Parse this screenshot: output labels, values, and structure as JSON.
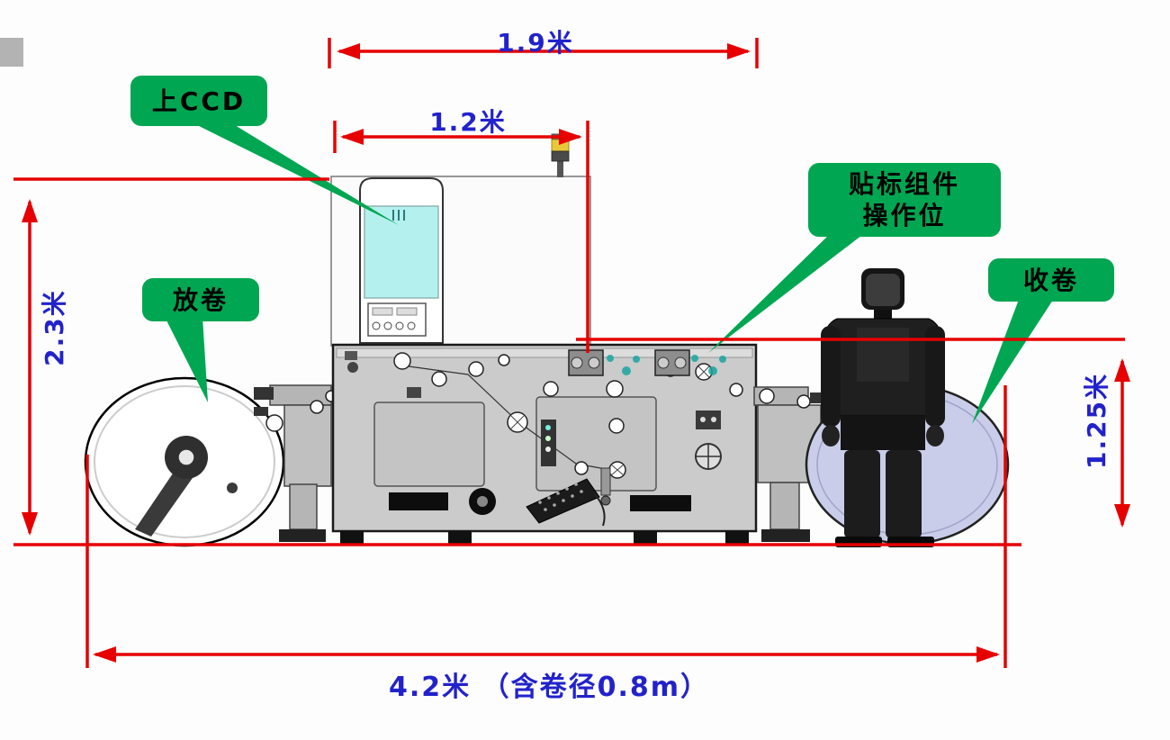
{
  "diagram": {
    "dimension_labels": {
      "top_width": "1.9米",
      "ccd_width": "1.2米",
      "machine_height": "2.3米",
      "roll_height": "1.25米",
      "total_length": "4.2米 （含卷径0.8m）"
    },
    "callouts": {
      "top_ccd": "上CCD",
      "label_station_line1": "贴标组件",
      "label_station_line2": "操作位",
      "unwind": "放卷",
      "rewind": "收卷"
    },
    "colors": {
      "dimension_red": "#e60000",
      "dimension_text_blue": "#2222cc",
      "callout_green": "#00a651",
      "machine_gray": "#cbcbcb",
      "screen_cyan": "#b4f0ee",
      "rewind_roll_lavender": "#cacde9"
    }
  }
}
